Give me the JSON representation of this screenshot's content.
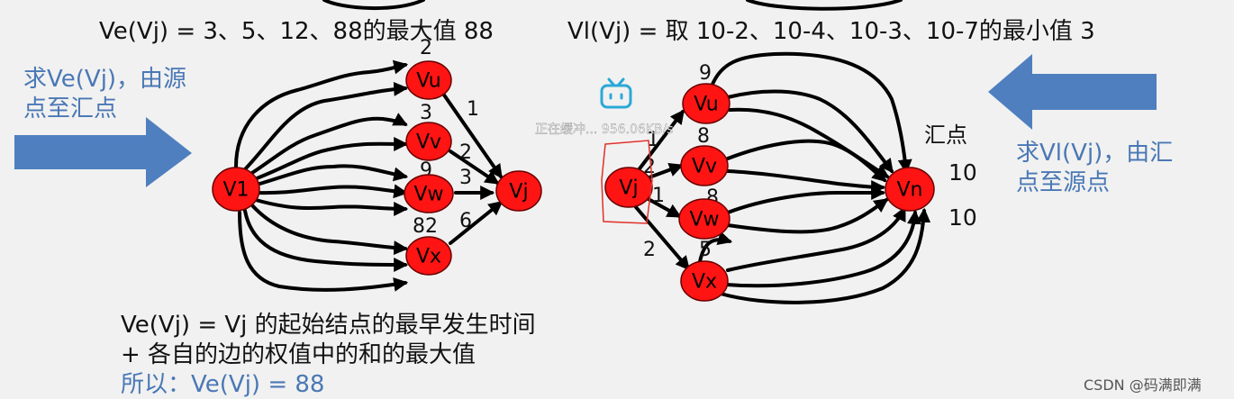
{
  "formulas": {
    "ve_result": "Ve(Vj) = 3、5、12、88的最大值 88",
    "vl_result": "Vl(Vj) = 取 10-2、10-4、10-3、10-7的最小值 3",
    "definition_line1": "Ve(Vj) = Vj 的起始结点的最早发生时间",
    "definition_line2": "+ 各自的边的权值中的和的最大值",
    "conclusion": "所以：Ve(Vj) = 88"
  },
  "arrows": {
    "left_caption": "求Ve(Vj)，由源\n点至汇点",
    "right_caption": "求Vl(Vj)，由汇\n点至源点",
    "arrow_color": "#4f7fbf"
  },
  "left_graph": {
    "nodes": {
      "v1": "V1",
      "vu": "Vu",
      "vv": "Vv",
      "vw": "Vw",
      "vx": "Vx",
      "vj": "Vj"
    },
    "weights": {
      "v1_vu": "2",
      "v1_vv": "3",
      "v1_vw": "9",
      "v1_vx": "82",
      "vu_vj": "1",
      "vv_vj": "2",
      "vw_vj": "3",
      "vx_vj": "6"
    }
  },
  "right_graph": {
    "nodes": {
      "vj": "Vj",
      "vu": "Vu",
      "vv": "Vv",
      "vw": "Vw",
      "vx": "Vx",
      "vn": "Vn"
    },
    "weights": {
      "vj_vu": "1",
      "vj_vv": "2",
      "vj_vw": "1",
      "vj_vx": "2",
      "vu_vn": "9",
      "vv_vn": "8",
      "vw_vn": "8",
      "vx_vn": "5"
    },
    "sink_label": "汇点",
    "sink_value_1": "10",
    "sink_value_2": "10"
  },
  "overlay": {
    "loading_text": "正在缓冲... 956.06KB/s",
    "tv_icon_color": "#2aa9d6"
  },
  "credit": "CSDN @码满即满",
  "colors": {
    "node_fill": "#ff1414",
    "highlight_box": "#e0302a"
  }
}
